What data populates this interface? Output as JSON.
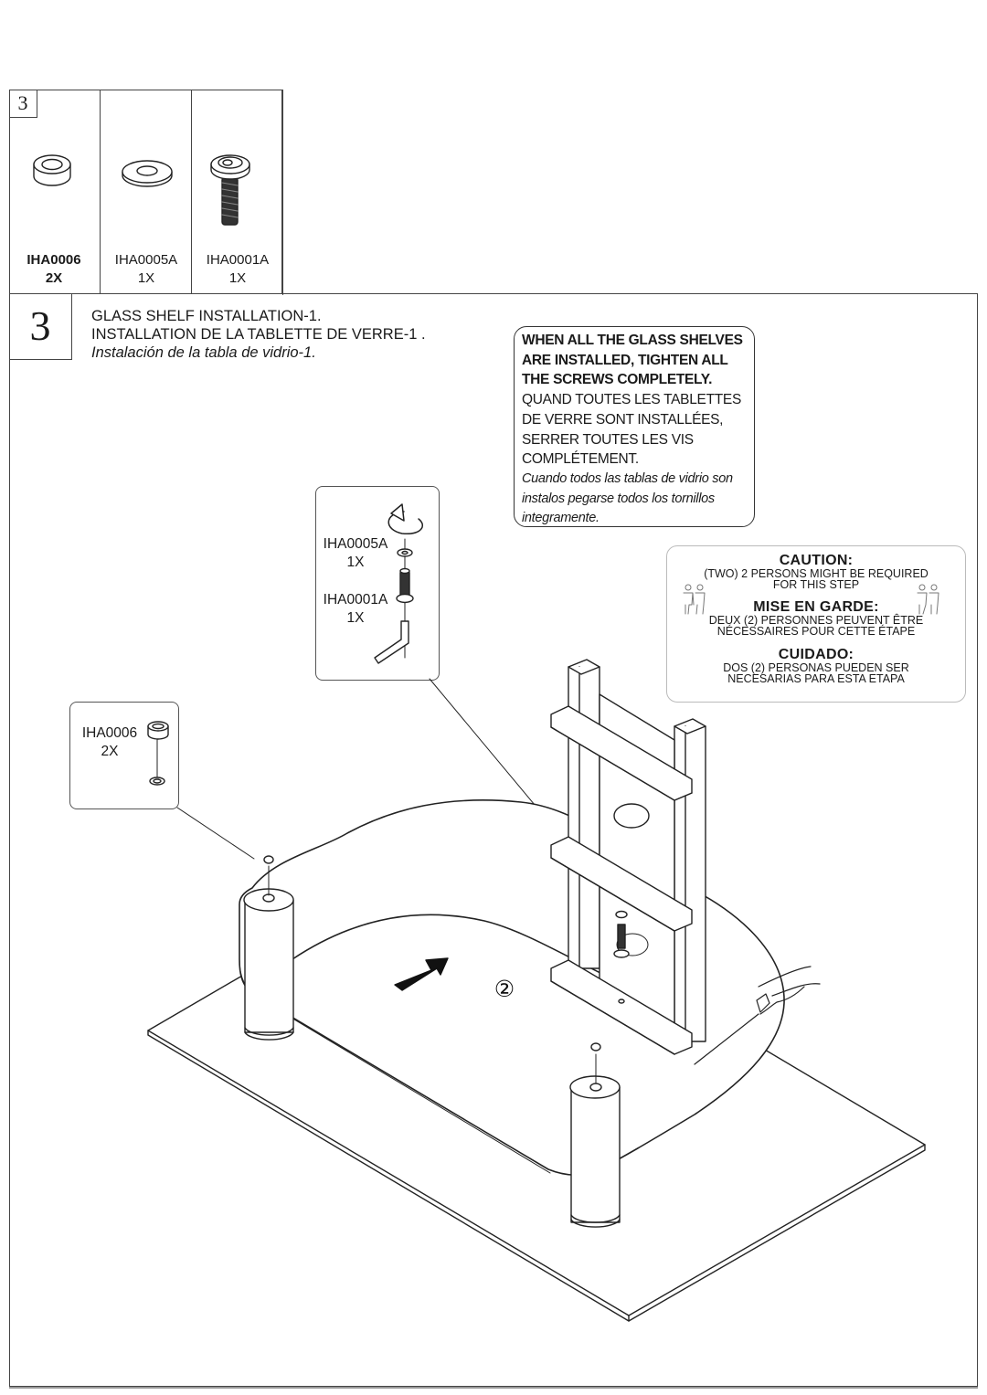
{
  "parts_table": {
    "step_number": "3",
    "parts": [
      {
        "code": "IHA0006",
        "qty": "2X",
        "icon": "spacer-ring-icon"
      },
      {
        "code": "IHA0005A",
        "qty": "1X",
        "icon": "washer-icon"
      },
      {
        "code": "IHA0001A",
        "qty": "1X",
        "icon": "hex-socket-bolt-icon"
      }
    ]
  },
  "step": {
    "number": "3",
    "title_en": "GLASS SHELF INSTALLATION-1.",
    "title_fr": "INSTALLATION DE LA TABLETTE DE VERRE-1 .",
    "title_es": "Instalación de la tabla de vidrio-1."
  },
  "note": {
    "en_lines": [
      "WHEN ALL THE GLASS SHELVES",
      "ARE INSTALLED, TIGHTEN ALL",
      "THE SCREWS COMPLETELY."
    ],
    "fr_lines": [
      "QUAND TOUTES LES TABLETTES",
      "DE VERRE SONT INSTALLÉES,",
      "SERRER TOUTES LES VIS",
      "COMPLÉTEMENT."
    ],
    "es_lines": [
      "Cuando todos las tablas de vidrio son",
      "instalos pegarse todos los tornillos",
      "integramente."
    ]
  },
  "caution": {
    "en_heading": "CAUTION:",
    "en_lines": [
      "(TWO) 2 PERSONS MIGHT BE REQUIRED",
      "FOR THIS STEP"
    ],
    "fr_heading": "MISE EN GARDE:",
    "fr_lines": [
      "DEUX (2) PERSONNES PEUVENT ÊTRE",
      "NÉCESSAIRES POUR CETTE ÉTAPE"
    ],
    "es_heading": "CUIDADO:",
    "es_lines": [
      "DOS (2) PERSONAS PUEDEN SER",
      "NECESARIAS PARA ESTA ETAPA"
    ],
    "icon": "two-persons-icon"
  },
  "callouts": {
    "screw_detail": {
      "washer_code": "IHA0005A",
      "washer_qty": "1X",
      "bolt_code": "IHA0001A",
      "bolt_qty": "1X",
      "icons": [
        "rotate-arrow-icon",
        "washer-icon",
        "bolt-icon",
        "allen-key-icon"
      ]
    },
    "spacer_detail": {
      "code": "IHA0006",
      "qty": "2X",
      "icon": "spacer-ring-icon"
    }
  },
  "diagram": {
    "direction_marker": "②",
    "direction_arrow": "insert-direction-arrow",
    "description": "Glass shelf placed on base with two posts and a vertical bracket column; spacers on posts, bolt with washer into bracket"
  }
}
